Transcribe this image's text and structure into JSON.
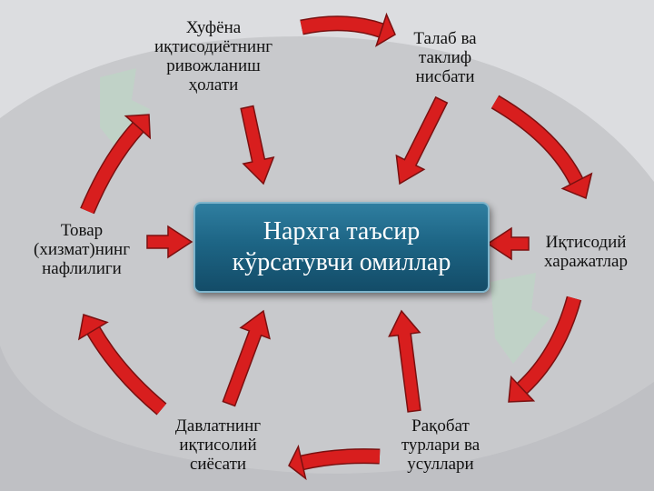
{
  "center": {
    "lines": [
      "Нархга таъсир",
      "кўрсатувчи омиллар"
    ]
  },
  "factors": [
    {
      "id": "economy",
      "lines": [
        "Хуфёна",
        "иқтисодиётнинг",
        "ривожланиш",
        "ҳолати"
      ]
    },
    {
      "id": "supply-demand",
      "lines": [
        "Талаб ва",
        "таклиф",
        "нисбати"
      ]
    },
    {
      "id": "costs",
      "lines": [
        "Иқтисодий",
        "харажатлар"
      ]
    },
    {
      "id": "competition",
      "lines": [
        "Рақобат",
        "турлари ва",
        "усуллари"
      ]
    },
    {
      "id": "policy",
      "lines": [
        "Давлатнинг",
        "иқтисолий",
        "сиёсати"
      ]
    },
    {
      "id": "utility",
      "lines": [
        "Товар",
        "(хизмат)нинг",
        "нафлилиги"
      ]
    }
  ],
  "colors": {
    "arrow": "#d81e1e",
    "arrow_stroke": "#7a1010",
    "center_fill": "#1d6585",
    "background": "#c8c9cc"
  }
}
